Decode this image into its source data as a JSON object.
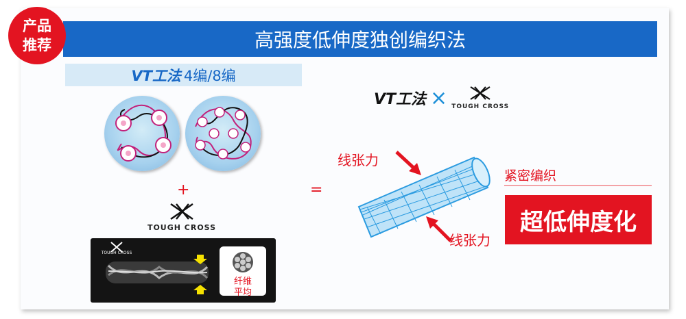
{
  "badge": {
    "line1": "产品",
    "line2": "推荐"
  },
  "title": "高强度低伸度独创编织法",
  "subtitle": {
    "vt_label": "VT工法",
    "braid_text": "4编/8编"
  },
  "plus": "+",
  "equals": "=",
  "tough_cross_logo_text": "TOUGH CROSS",
  "small_logo_text": "TOUGH CROSS",
  "fiber_label": {
    "line1": "纤维",
    "line2": "平均"
  },
  "combo": {
    "vt_label": "VT工法",
    "cross_symbol": "×",
    "logo_text": "TOUGH CROSS"
  },
  "tension_label_top": "线张力",
  "tension_label_bottom": "线张力",
  "tight_braid_label": "紧密编织",
  "result_label": "超低伸度化",
  "colors": {
    "brand_blue": "#1868c6",
    "accent_red": "#e31421",
    "light_blue": "#d7eaf7",
    "arrow_yellow": "#f5e100"
  }
}
